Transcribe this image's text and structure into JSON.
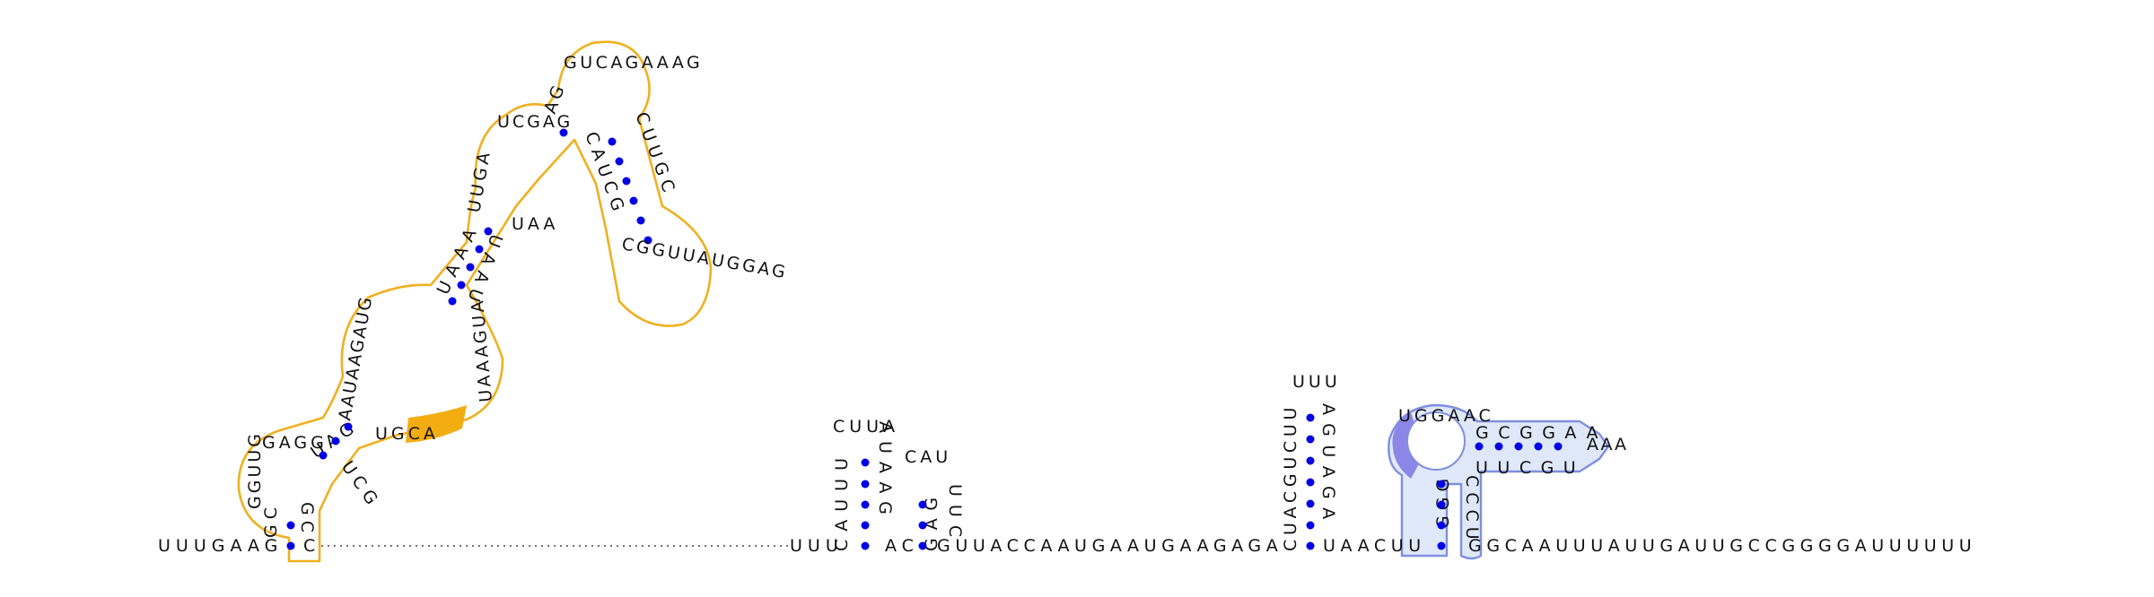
{
  "colors": {
    "base_pair": "#0000e6",
    "highlight_orange": "#f3ad10",
    "outline_orange": "#f0b020",
    "highlight_blue": "#8c86e6",
    "outline_blue": "#7f8fe0",
    "fill_blue": "#dfe8f8",
    "text": "#111111"
  },
  "backbone": {
    "leader": "UUUGAAG",
    "domain1_exit": "C",
    "spacer_after_d1": "UUU",
    "hp1_left_stem": "CAUUU",
    "hp1_loop": "CUUA",
    "hp1_right_stem": "AUAAG",
    "linker1": "AC",
    "hp2_left_stem": "GAG",
    "hp2_loop": "CAU",
    "hp2_right_stem": "UUC",
    "linker2": "GUUACCAAUGAAUGAAGAGA",
    "hp3_left_stem": "CUACGUCUU",
    "hp3_loop": "UUU",
    "hp3_right_stem": "AGUAGA",
    "linker3": "UAACUU",
    "hp4_left_stem": "GGG",
    "hp4_loop": "UGGAAC",
    "hp4_arm_top": "GCGGAA",
    "hp4_arm_tip": "AAA",
    "hp4_arm_bottom": "UUCGU",
    "hp4_right_stem": "CCCU",
    "trailer": "GGCAAUUUAUUGAUUGCCGGGGAUUUUUU"
  },
  "domain1": {
    "stem1_left": "GC",
    "stem1_right": "GC",
    "loop1_left": "GGUUG",
    "loop1_top": "GAGG",
    "stem2_left": "UAG",
    "stem2_right": "UCG",
    "junction_bottom": "UGCA",
    "junction_left": "AAUAAGAUG",
    "junction_right": "UAAAGUA",
    "stem3_left": "UAAA",
    "stem3_right": "UAAU",
    "loop2_left": "UUGA",
    "loop2_top": "UCGAG",
    "loop2_right": "UAA",
    "stem4_left": "AG",
    "loop3": "GUCAGAAAG",
    "stem5_right": "CUUGC",
    "stem5_left": "CAUCG",
    "loop4": "CGGUUAUGGAG"
  }
}
